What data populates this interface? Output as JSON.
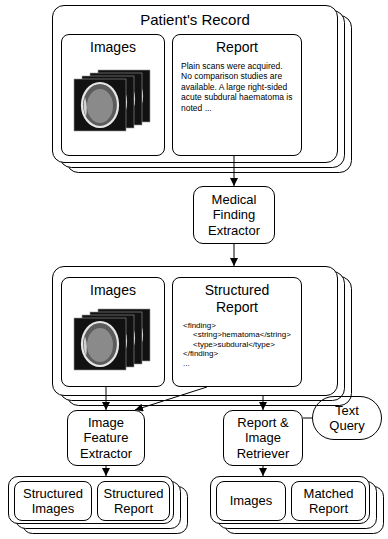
{
  "diagram": {
    "nodes": [
      {
        "text": [
          "Patient's Record"
        ]
      },
      {
        "text": [
          "Images"
        ],
        "in": 0
      },
      {
        "text": [
          "Report",
          "Plain scans were acquired. No comparison studies are available. A large right-sided acute subdural haematoma is noted ..."
        ],
        "in": 0
      },
      {
        "text": [
          "Medical Finding Extractor"
        ]
      },
      {
        "text": []
      },
      {
        "text": [
          "Images"
        ],
        "in": 4
      },
      {
        "text": [
          "Structured Report",
          "<finding>",
          "<string>hematoma</string>",
          "<type>subdural</type>",
          "</finding>",
          "..."
        ],
        "in": 4
      },
      {
        "text": [
          "Image Feature Extractor"
        ]
      },
      {
        "text": [
          "Report & Image Retriever"
        ]
      },
      {
        "text": [
          "Text Query"
        ]
      },
      {
        "text": []
      },
      {
        "text": [
          "Structured Images"
        ],
        "in": 10
      },
      {
        "text": [
          "Structured Report"
        ],
        "in": 10
      },
      {
        "text": []
      },
      {
        "text": [
          "Images"
        ],
        "in": 13
      },
      {
        "text": [
          "Matched Report"
        ],
        "in": 13
      }
    ],
    "edges": [
      {
        "from": 2,
        "to": 3,
        "arrow": "to"
      },
      {
        "from": 3,
        "to": 4,
        "arrow": "to"
      },
      {
        "from": 5,
        "to": 7,
        "arrow": "to"
      },
      {
        "from": 6,
        "to": 7,
        "arrow": "to"
      },
      {
        "from": 4,
        "to": 8,
        "arrow": "to"
      },
      {
        "from": 9,
        "to": 8,
        "arrow": "none"
      },
      {
        "from": 7,
        "to": 10,
        "arrow": "to"
      },
      {
        "from": 8,
        "to": 13,
        "arrow": "to"
      }
    ]
  }
}
